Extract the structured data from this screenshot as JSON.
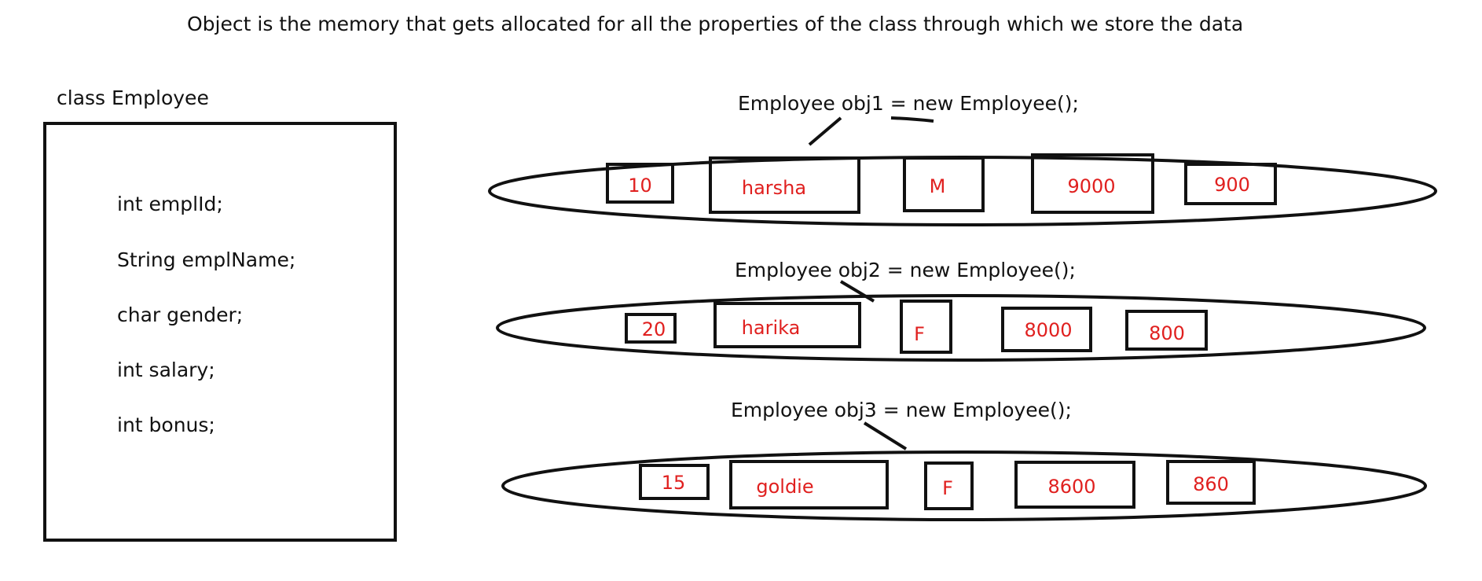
{
  "heading": "Object is the memory that gets allocated for all the properties of the class through which we store the data",
  "class_box": {
    "title": "class Employee",
    "fields": [
      "int emplId;",
      "String emplName;",
      "char gender;",
      "int salary;",
      "int bonus;"
    ]
  },
  "objects": [
    {
      "declaration": "Employee obj1 = new Employee();",
      "values": [
        "10",
        "harsha",
        "M",
        "9000",
        "900"
      ]
    },
    {
      "declaration": "Employee obj2 = new Employee();",
      "values": [
        "20",
        "harika",
        "F",
        "8000",
        "800"
      ]
    },
    {
      "declaration": "Employee obj3 = new Employee();",
      "values": [
        "15",
        "goldie",
        "F",
        "8600",
        "860"
      ]
    }
  ],
  "colors": {
    "ink": "#111111",
    "value_text": "#e0201f",
    "background": "#ffffff"
  }
}
